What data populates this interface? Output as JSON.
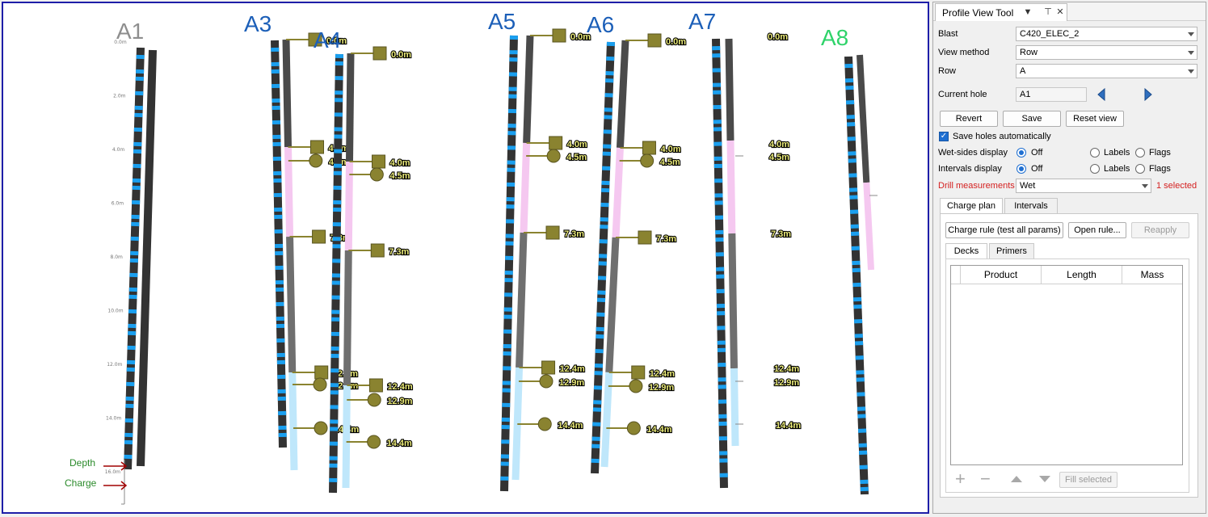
{
  "viewport": {
    "holes": [
      {
        "label": "A1",
        "color": "#8e8e8e",
        "measurements": []
      },
      {
        "label": "A3",
        "color": "#1c5fb8",
        "measurements": [
          "0.0m",
          "4.0m",
          "4.5m",
          "7.3m",
          "12.4m",
          "12.9m",
          "14.4m"
        ]
      },
      {
        "label": "A4",
        "color": "#1c5fb8",
        "measurements": [
          "0.0m",
          "4.0m",
          "4.5m",
          "7.3m",
          "12.4m",
          "12.9m",
          "14.4m"
        ]
      },
      {
        "label": "A5",
        "color": "#1c5fb8",
        "measurements": [
          "0.0m",
          "4.0m",
          "4.5m",
          "7.3m",
          "12.4m",
          "12.9m",
          "14.4m"
        ]
      },
      {
        "label": "A6",
        "color": "#1c5fb8",
        "measurements": [
          "0.0m",
          "4.0m",
          "4.5m",
          "7.3m",
          "12.4m",
          "12.9m",
          "14.4m"
        ]
      },
      {
        "label": "A7",
        "color": "#1c5fb8",
        "measurements": [
          "0.0m",
          "4.0m",
          "4.5m",
          "7.3m",
          "12.4m",
          "12.9m",
          "14.4m"
        ]
      },
      {
        "label": "A8",
        "color": "#2fd36a",
        "measurements": []
      }
    ],
    "depth_scale": [
      "0.0m",
      "2.0m",
      "4.0m",
      "6.0m",
      "8.0m",
      "10.0m",
      "12.0m",
      "14.0m",
      "16.0m"
    ],
    "legend": {
      "depth": "Depth",
      "charge": "Charge"
    },
    "colors": {
      "wet": "#1a9fef",
      "dry": "#333333",
      "pink": "#f5c8f0",
      "light_blue": "#bfe7fb",
      "gray": "#6f6f6f",
      "marker": "#8a8330"
    }
  },
  "panel": {
    "title": "Profile View Tool",
    "fields": {
      "blast_label": "Blast",
      "blast_value": "C420_ELEC_2",
      "view_method_label": "View method",
      "view_method_value": "Row",
      "row_label": "Row",
      "row_value": "A",
      "current_hole_label": "Current hole",
      "current_hole_value": "A1"
    },
    "buttons": {
      "revert": "Revert",
      "save": "Save",
      "reset_view": "Reset view"
    },
    "save_auto": {
      "label": "Save holes automatically",
      "checked": true
    },
    "wet_sides": {
      "label": "Wet-sides display",
      "off": "Off",
      "labels": "Labels",
      "flags": "Flags",
      "selected": "Off"
    },
    "intervals": {
      "label": "Intervals display",
      "off": "Off",
      "labels": "Labels",
      "flags": "Flags",
      "selected": "Off"
    },
    "drill": {
      "label": "Drill measurements",
      "value": "Wet",
      "selected_text": "1 selected"
    },
    "tabs": [
      "Charge plan",
      "Intervals"
    ],
    "charge_rule": "Charge rule (test all params)",
    "open_rule": "Open rule...",
    "reapply": "Reapply",
    "subtabs": [
      "Decks",
      "Primers"
    ],
    "table_columns": [
      "Product",
      "Length",
      "Mass"
    ],
    "fill_selected": "Fill selected"
  }
}
